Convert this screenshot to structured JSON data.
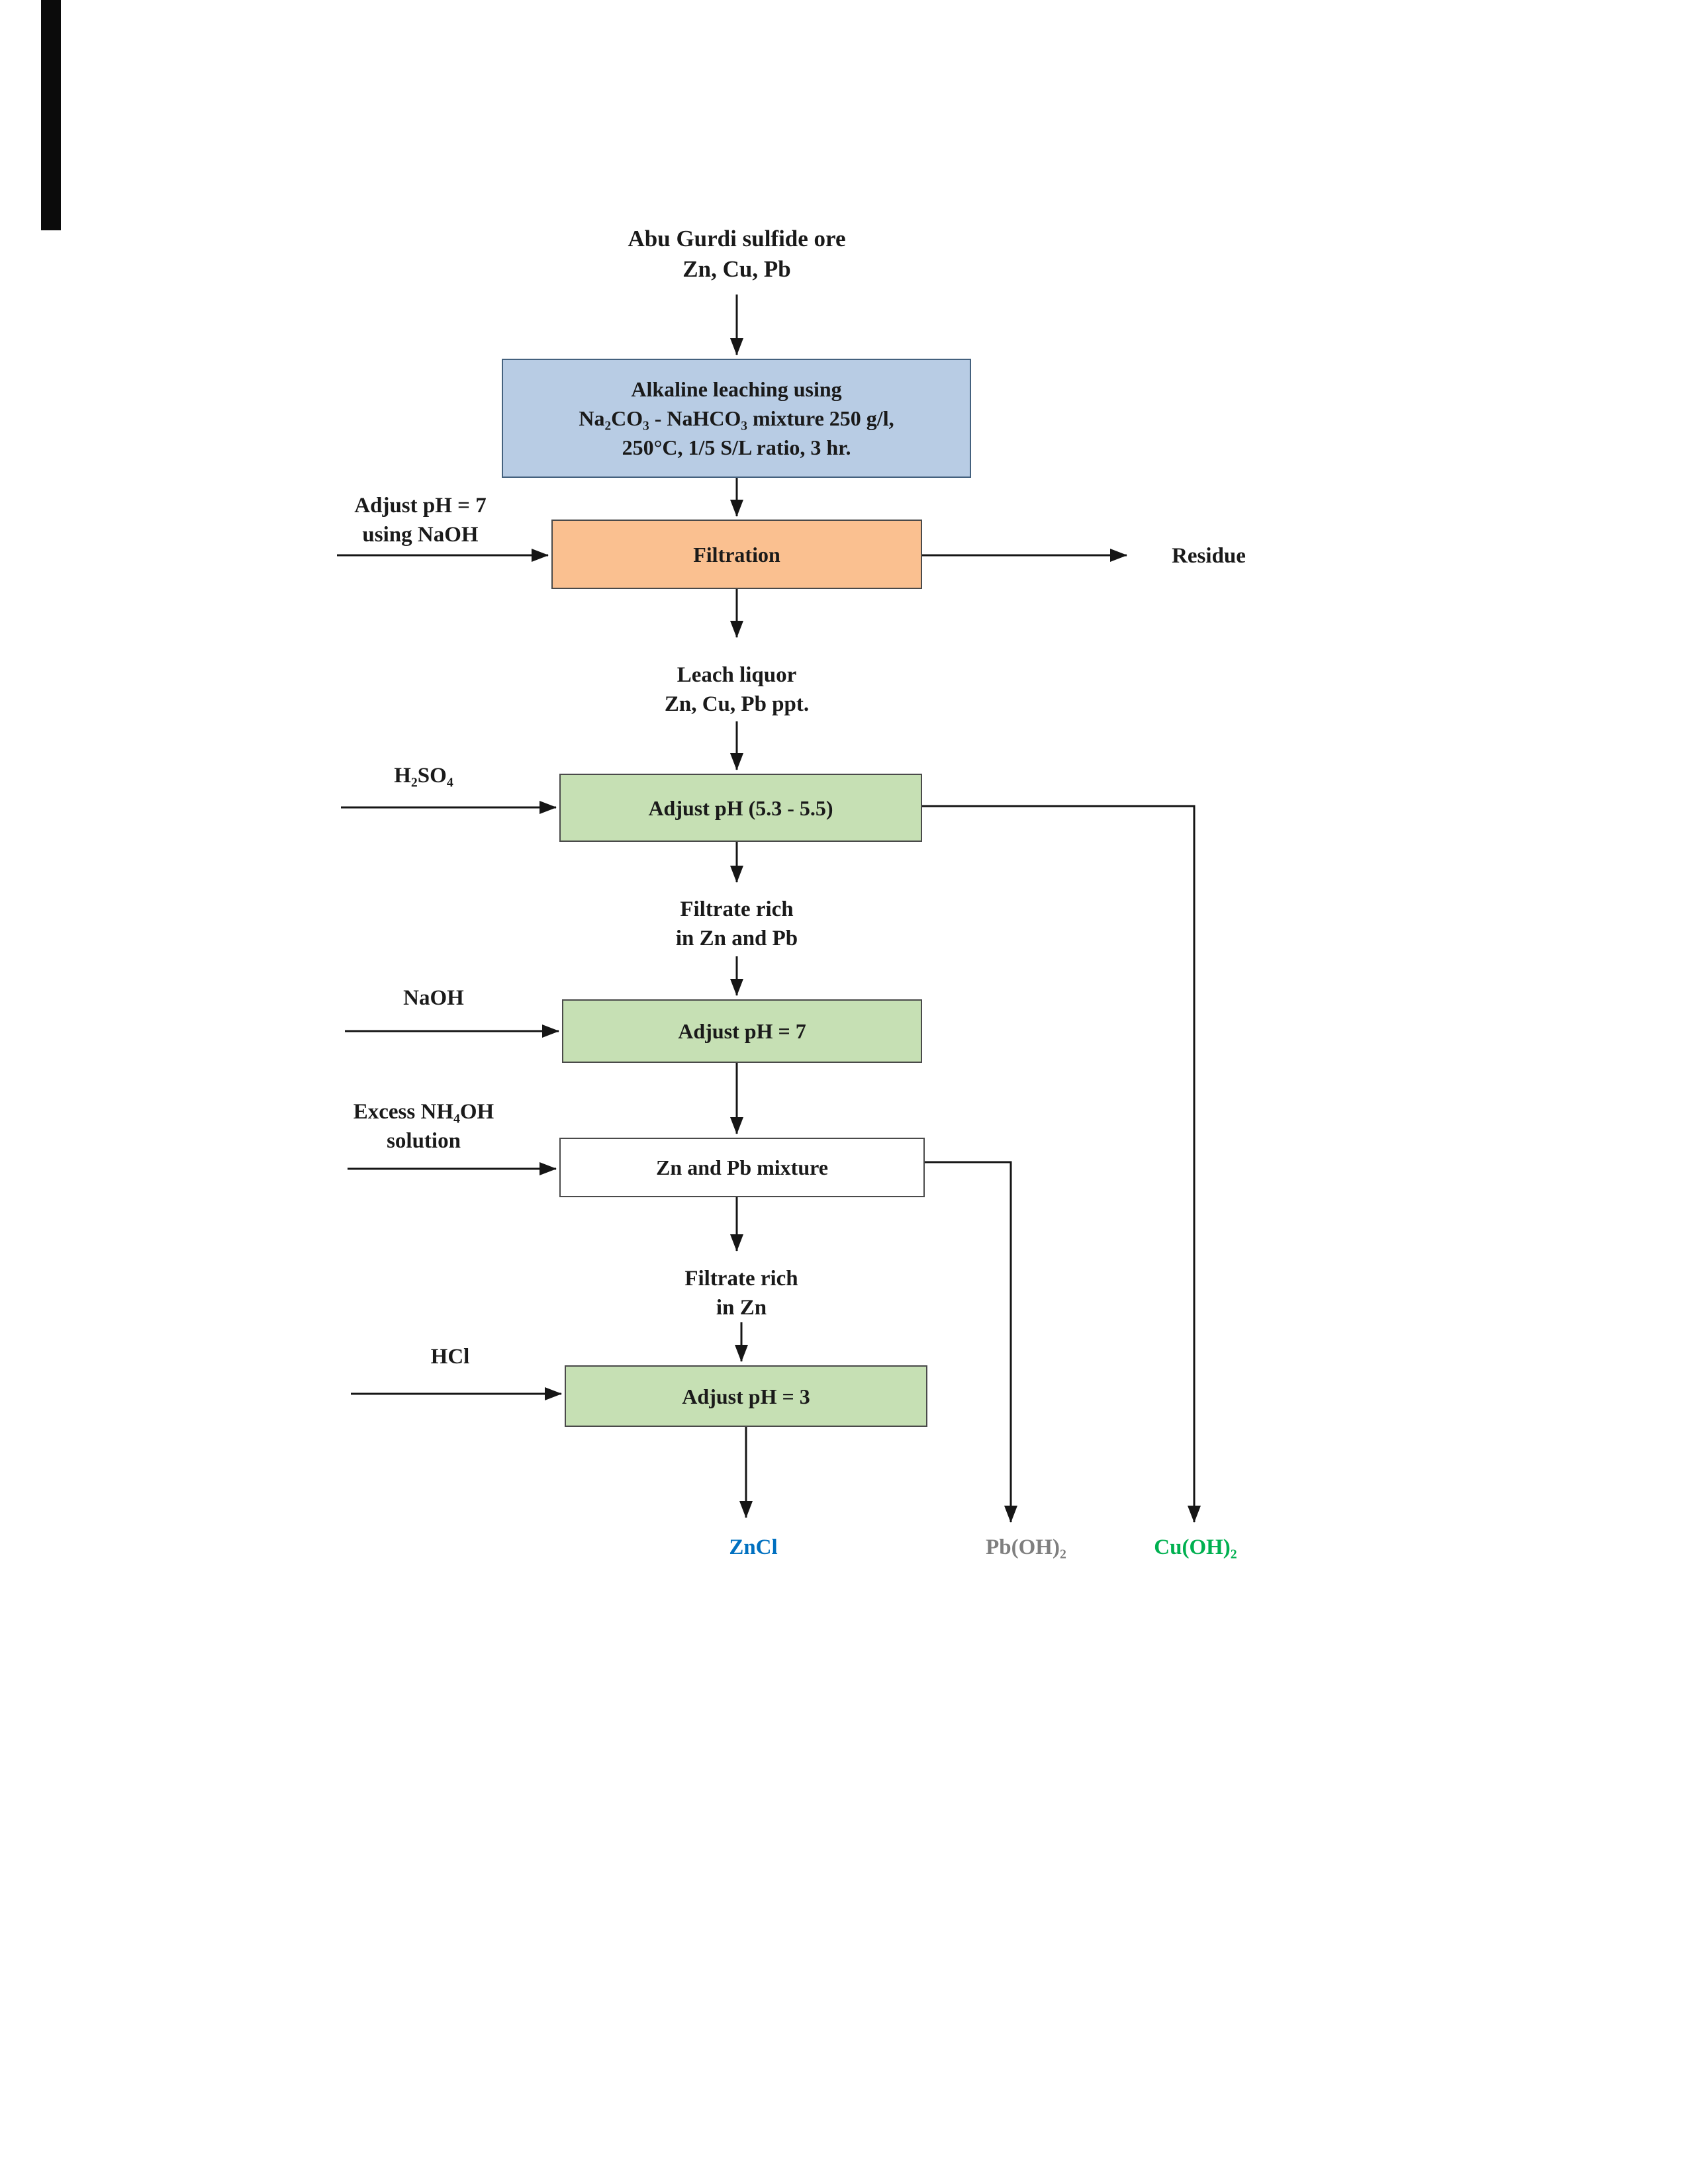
{
  "diagram": {
    "title": {
      "lines": [
        "Abu Gurdi sulfide ore",
        "Zn, Cu, Pb"
      ]
    },
    "boxes": {
      "leaching": {
        "lines": [
          "Alkaline leaching using",
          "Na₂CO₃ - NaHCO₃ mixture 250 g/l,",
          "250°C, 1/5 S/L ratio, 3 hr."
        ],
        "fill": "#b8cce4"
      },
      "filtration": {
        "label": "Filtration",
        "fill": "#fac090"
      },
      "adjust_ph_53_55": {
        "label": "Adjust pH (5.3 - 5.5)",
        "fill": "#c6e0b4"
      },
      "adjust_ph_7": {
        "label": "Adjust pH = 7",
        "fill": "#c6e0b4"
      },
      "zn_pb_mixture": {
        "label": "Zn and Pb mixture",
        "fill": "#ffffff"
      },
      "adjust_ph_3": {
        "label": "Adjust pH = 3",
        "fill": "#c6e0b4"
      }
    },
    "reagents": {
      "naoh_ph7": {
        "lines": [
          "Adjust pH = 7",
          "using NaOH"
        ]
      },
      "h2so4": {
        "label": "H₂SO₄"
      },
      "naoh": {
        "label": "NaOH"
      },
      "nh4oh": {
        "lines": [
          "Excess NH₄OH",
          "solution"
        ]
      },
      "hcl": {
        "label": "HCl"
      }
    },
    "intermediates": {
      "leach_liquor": {
        "lines": [
          "Leach liquor",
          "Zn, Cu, Pb ppt."
        ]
      },
      "filtrate_zn_pb": {
        "lines": [
          "Filtrate rich",
          "in Zn and Pb"
        ]
      },
      "filtrate_zn": {
        "lines": [
          "Filtrate rich",
          "in Zn"
        ]
      }
    },
    "outputs": {
      "residue": {
        "label": "Residue",
        "color": "#1a1a1a"
      },
      "zncl": {
        "label": "ZnCl",
        "color": "#0070c0"
      },
      "pboh2": {
        "label": "Pb(OH)₂",
        "color": "#7f7f7f"
      },
      "cuoh2": {
        "label": "Cu(OH)₂",
        "color": "#00b050"
      }
    }
  }
}
